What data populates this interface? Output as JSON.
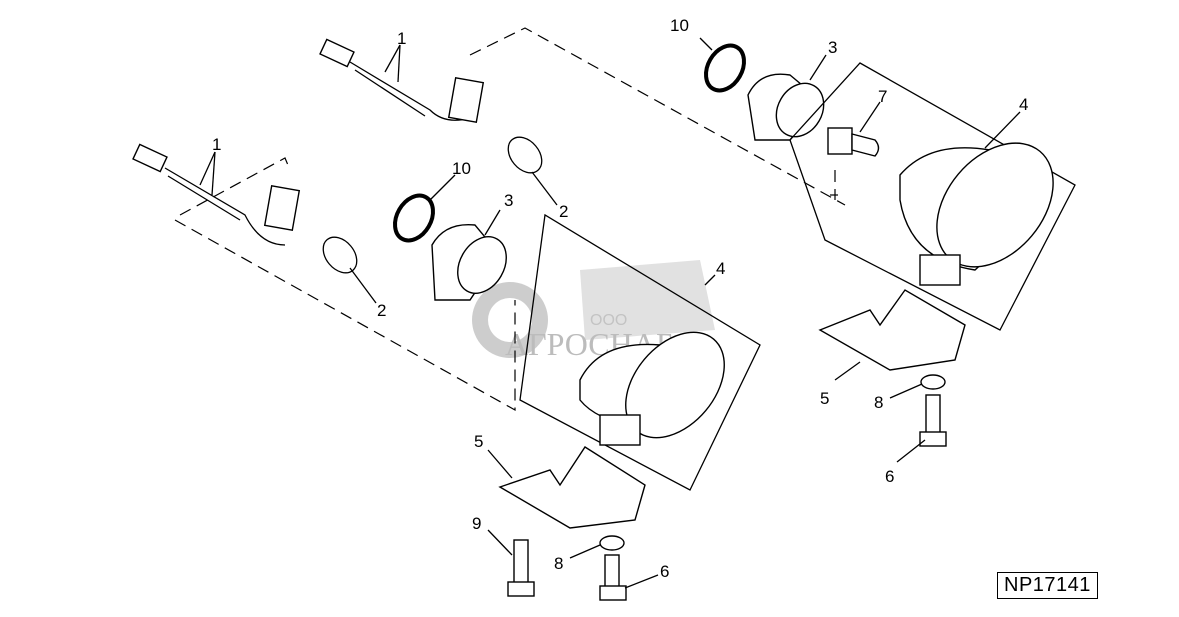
{
  "callouts": {
    "c1a": "1",
    "c1b": "1",
    "c2a": "2",
    "c2b": "2",
    "c3a": "3",
    "c3b": "3",
    "c4a": "4",
    "c4b": "4",
    "c5a": "5",
    "c5b": "5",
    "c6a": "6",
    "c6b": "6",
    "c7": "7",
    "c8a": "8",
    "c8b": "8",
    "c9": "9",
    "c10a": "10",
    "c10b": "10"
  },
  "watermark": {
    "line1": "ООО",
    "line2": "АГРОСНАБ"
  },
  "figure_id": "NP17141"
}
